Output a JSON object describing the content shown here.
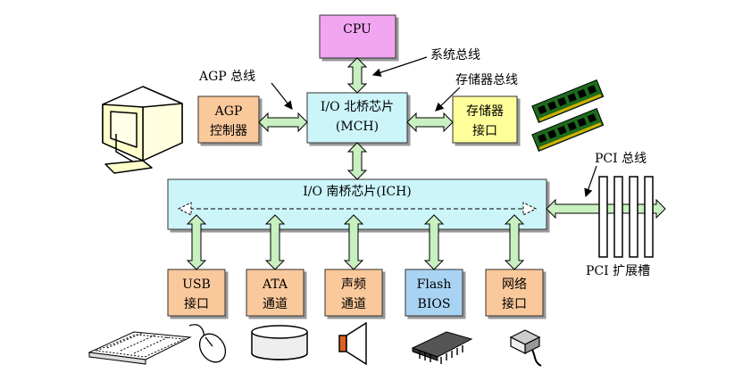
{
  "colors": {
    "cpu": "#F2A6F2",
    "bridge": "#CCF5FA",
    "agp": "#F9C89B",
    "memory": "#FFFF99",
    "device": "#F9C89B",
    "bios": "#A9D3F2",
    "arrow": "#C8F0C0",
    "line": "#333333"
  },
  "nodes": {
    "cpu": "CPU",
    "north_bridge": [
      "I/O 北桥芯片",
      "(MCH)"
    ],
    "agp_controller": [
      "AGP",
      "控制器"
    ],
    "memory_interface": [
      "存储器",
      "接口"
    ],
    "south_bridge": "I/O 南桥芯片(ICH)",
    "usb": [
      "USB",
      "接口"
    ],
    "ata": [
      "ATA",
      "通道"
    ],
    "audio": [
      "声频",
      "通道"
    ],
    "flash_bios": [
      "Flash",
      "BIOS"
    ],
    "network": [
      "网络",
      "接口"
    ]
  },
  "labels": {
    "system_bus": "系统总线",
    "agp_bus": "AGP 总线",
    "memory_bus": "存储器总线",
    "pci_bus": "PCI 总线",
    "pci_slots": "PCI 扩展槽"
  },
  "icons": [
    "monitor-icon",
    "memory-module-icon",
    "keyboard-icon",
    "mouse-icon",
    "disk-drive-icon",
    "speaker-icon",
    "chip-icon",
    "network-connector-icon"
  ]
}
